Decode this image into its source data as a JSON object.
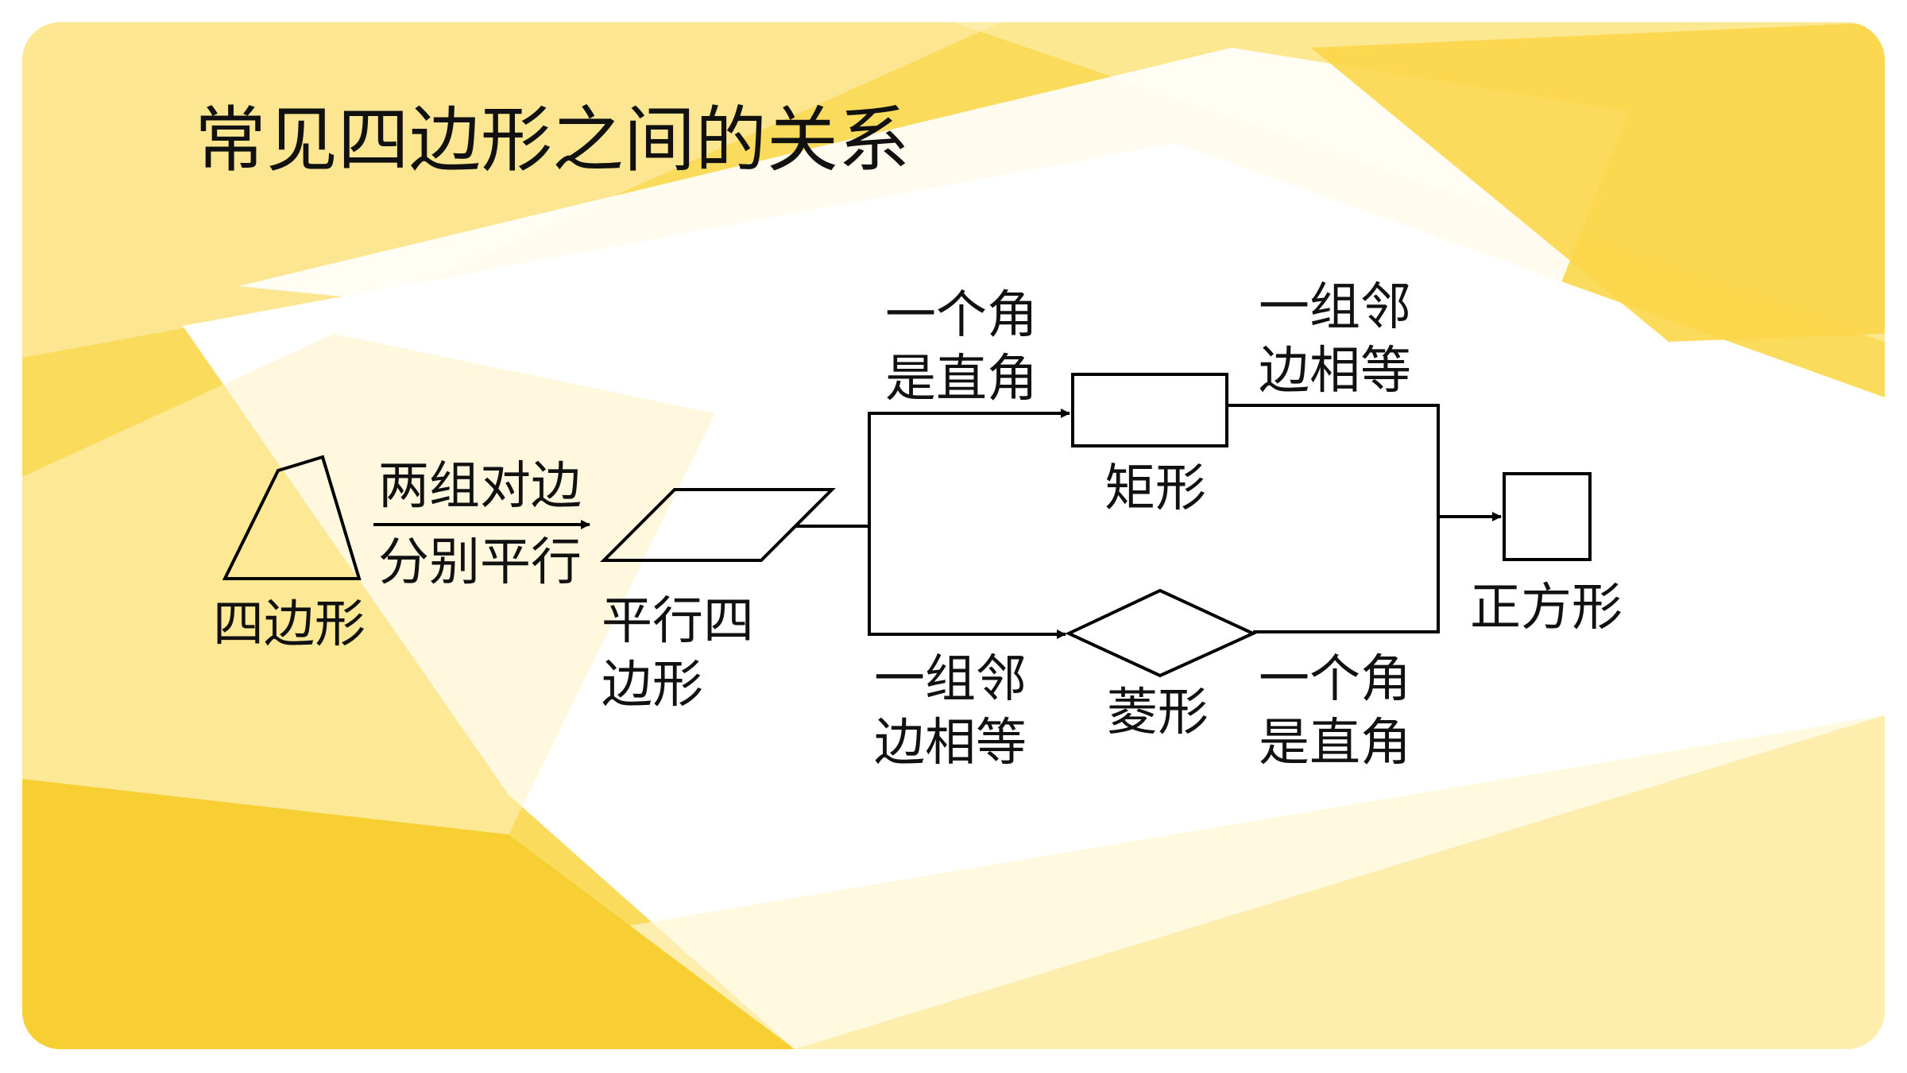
{
  "title": "常见四边形之间的关系",
  "shapes": {
    "quadrilateral": "四边形",
    "parallelogram": [
      "平行四",
      "边形"
    ],
    "rectangle": "矩形",
    "rhombus": "菱形",
    "square": "正方形"
  },
  "conditions": {
    "to_parallelogram": [
      "两组对边",
      "分别平行"
    ],
    "to_rectangle": [
      "一个角",
      "是直角"
    ],
    "to_rhombus": [
      "一组邻",
      "边相等"
    ],
    "rectangle_to_square": [
      "一组邻",
      "边相等"
    ],
    "rhombus_to_square": [
      "一个角",
      "是直角"
    ]
  },
  "colors": {
    "card_background": "#fbdb5c",
    "highlight": "#ffffff",
    "text": "#111111",
    "lines": "#000000"
  }
}
